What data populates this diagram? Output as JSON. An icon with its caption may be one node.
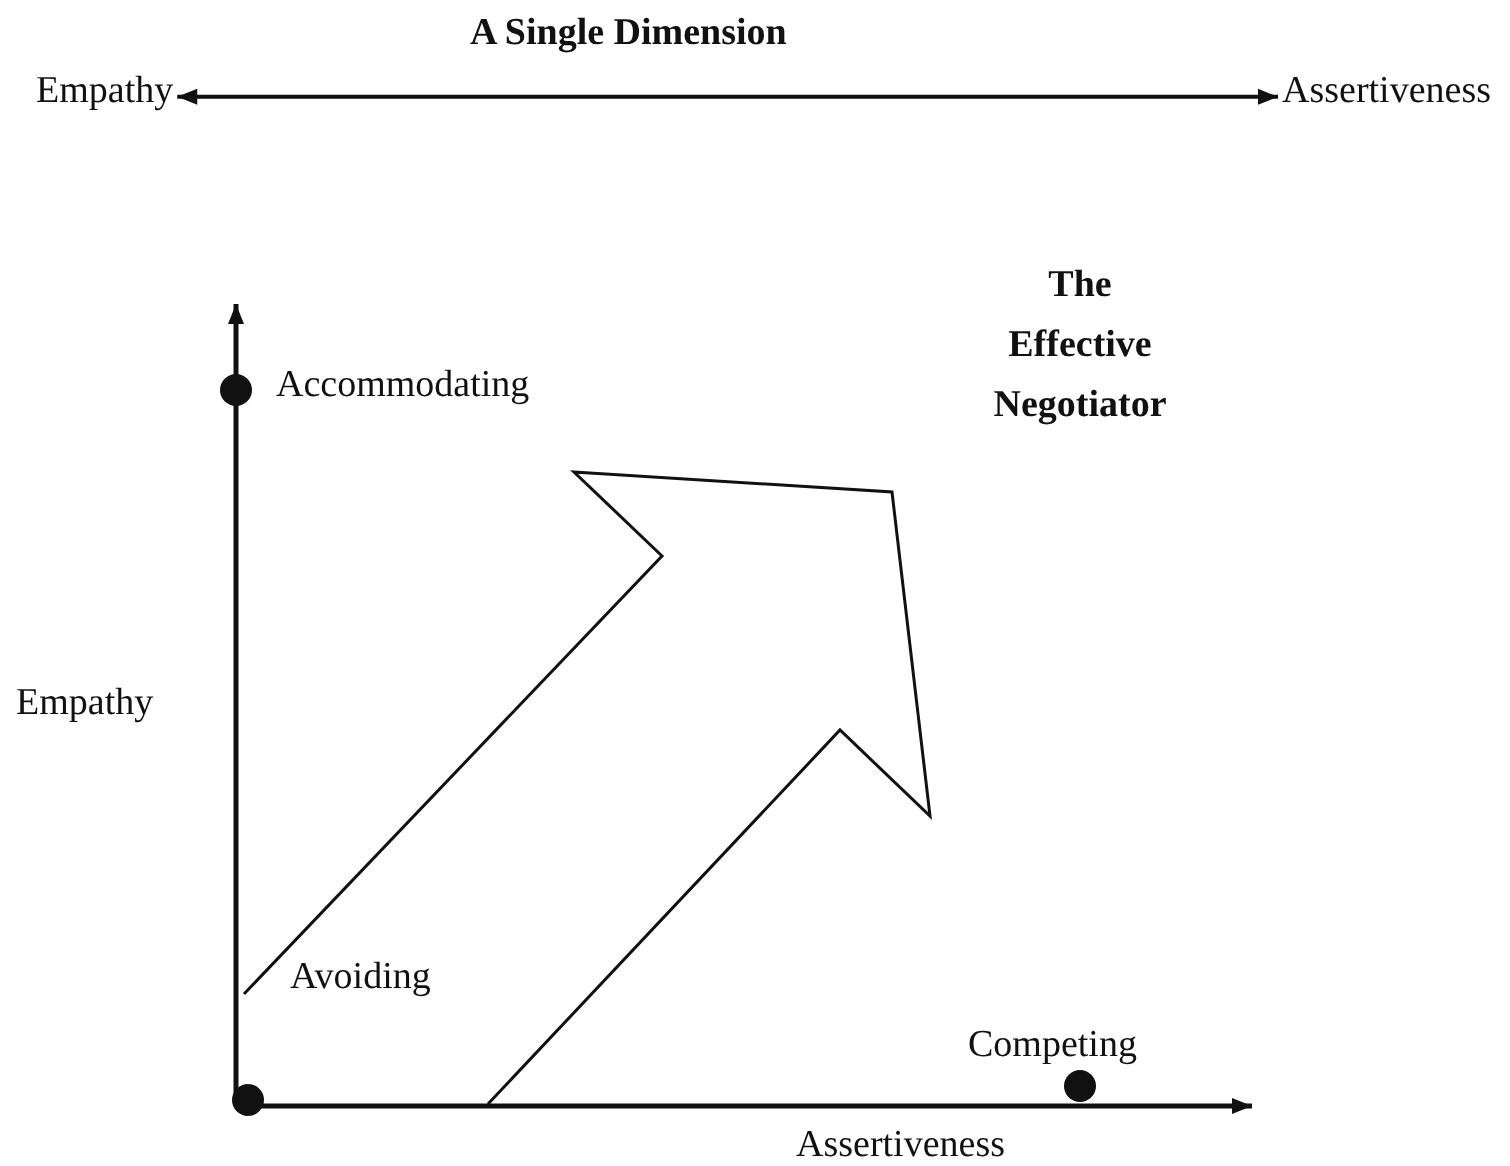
{
  "diagram": {
    "title": "A Single Dimension",
    "nodes": [
      {
        "text": [
          "Empathy"
        ]
      },
      {
        "text": [
          "Assertiveness"
        ]
      }
    ],
    "edges": [
      {
        "from": 0,
        "to": 1,
        "arrow": "both"
      }
    ],
    "labels": [
      "The Effective Negotiator",
      "Accommodating",
      "Empathy",
      "Avoiding",
      "Competing",
      "Assertiveness"
    ]
  }
}
